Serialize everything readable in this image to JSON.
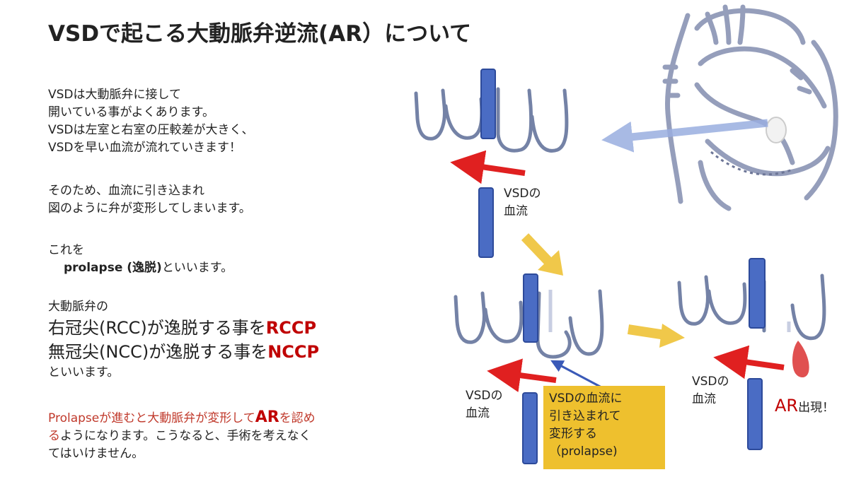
{
  "title": "VSDで起こる大動脈弁逆流(AR）について",
  "para1": [
    "VSDは大動脈弁に接して",
    "開いている事がよくあります。",
    "VSDは左室と右室の圧較差が大きく、",
    "VSDを早い血流が流れていきます！"
  ],
  "para2": [
    "そのため、血流に引き込まれ",
    "図のように弁が変形してしまいます。"
  ],
  "para3": {
    "line1": "これを",
    "term": "prolapse (逸脱)",
    "term_suffix": "といいます。"
  },
  "para4": {
    "intro": "大動脈弁の",
    "rccp_prefix": "右冠尖(RCC)が逸脱する事を",
    "rccp": "RCCP",
    "nccp_prefix": "無冠尖(NCC)が逸脱する事を",
    "nccp": "NCCP",
    "outro": "といいます。"
  },
  "para5": {
    "red_part": "Prolapseが進むと大動脈弁が変形して",
    "ar": "AR",
    "red_part2": "を認め",
    "red_part3": "る",
    "rest1": "ようになります。こうなると、手術を考えなく",
    "rest2": "てはいけません。"
  },
  "labels": {
    "vsd_flow_top_1": "VSDの",
    "vsd_flow_top_2": "血流",
    "vsd_flow_mid_1": "VSDの",
    "vsd_flow_mid_2": "血流",
    "vsd_flow_right_1": "VSDの",
    "vsd_flow_right_2": "血流",
    "ar_appear": "AR",
    "ar_appear_rest": "出現！"
  },
  "callout": [
    "VSDの血流に",
    "引き込まれて",
    "変形する",
    "（prolapse)"
  ],
  "colors": {
    "valve": "#7482a6",
    "septum": "#4a6cc4",
    "flow_arrow": "#e02020",
    "step_arrow": "#f0c84a",
    "callout_bg": "#eec02e",
    "pointer": "#3a5ab8",
    "heart_line": "#8a94b4",
    "regurg": "#e05050"
  }
}
